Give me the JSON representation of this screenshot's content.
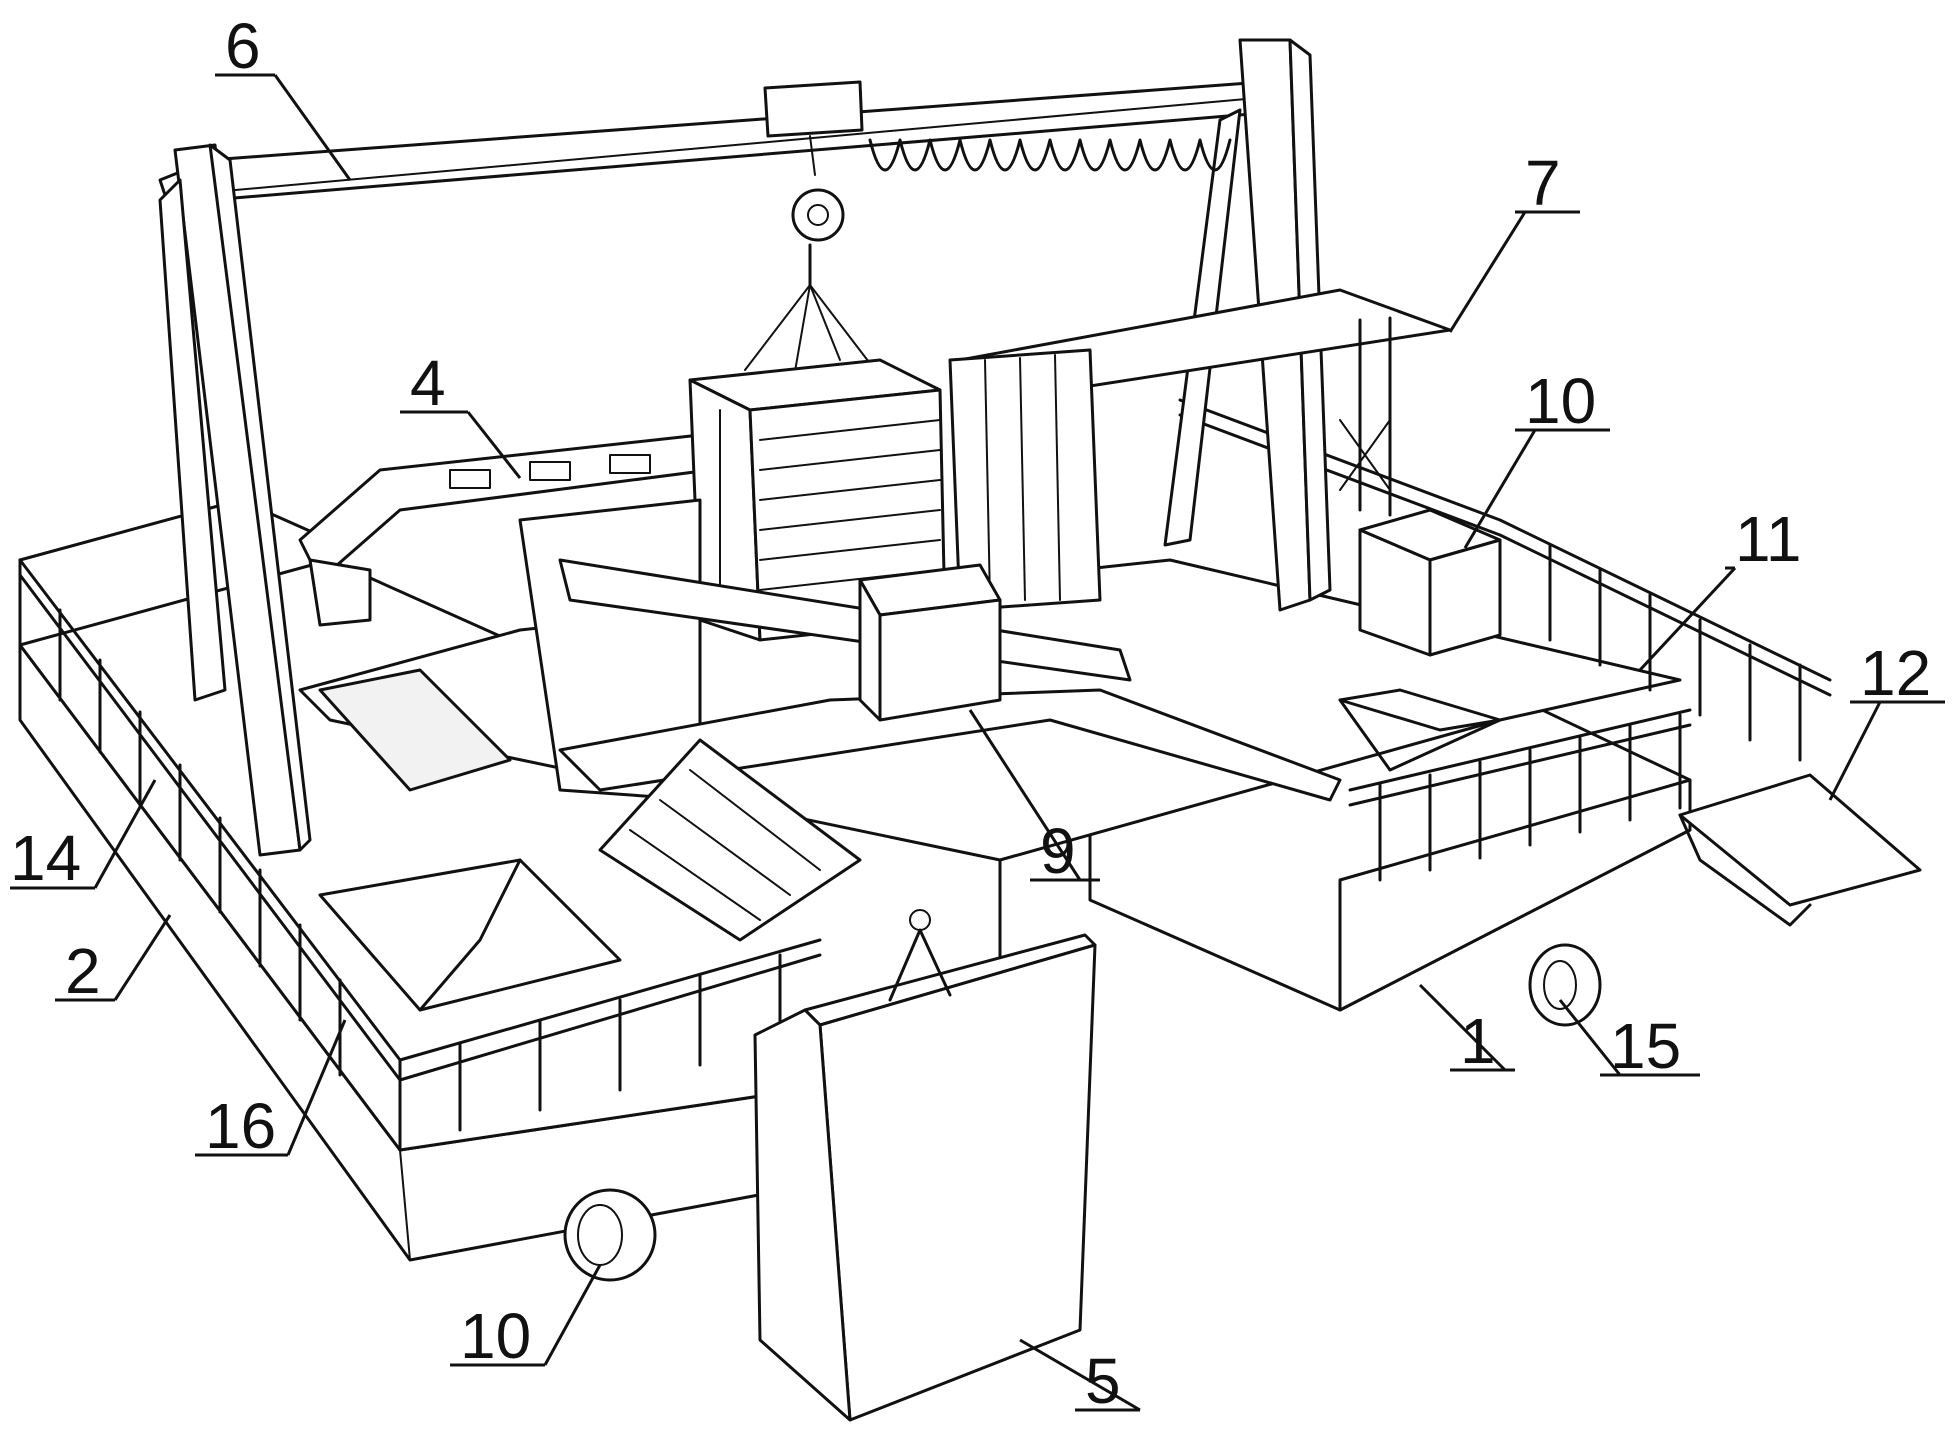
{
  "figure": {
    "labels": [
      {
        "id": "label-6",
        "text": "6"
      },
      {
        "id": "label-7",
        "text": "7"
      },
      {
        "id": "label-4",
        "text": "4"
      },
      {
        "id": "label-10-top",
        "text": "10"
      },
      {
        "id": "label-11",
        "text": "11"
      },
      {
        "id": "label-12",
        "text": "12"
      },
      {
        "id": "label-14",
        "text": "14"
      },
      {
        "id": "label-2",
        "text": "2"
      },
      {
        "id": "label-9",
        "text": "9"
      },
      {
        "id": "label-16",
        "text": "16"
      },
      {
        "id": "label-1",
        "text": "1"
      },
      {
        "id": "label-15",
        "text": "15"
      },
      {
        "id": "label-10-bottom",
        "text": "10"
      },
      {
        "id": "label-5",
        "text": "5"
      }
    ]
  }
}
